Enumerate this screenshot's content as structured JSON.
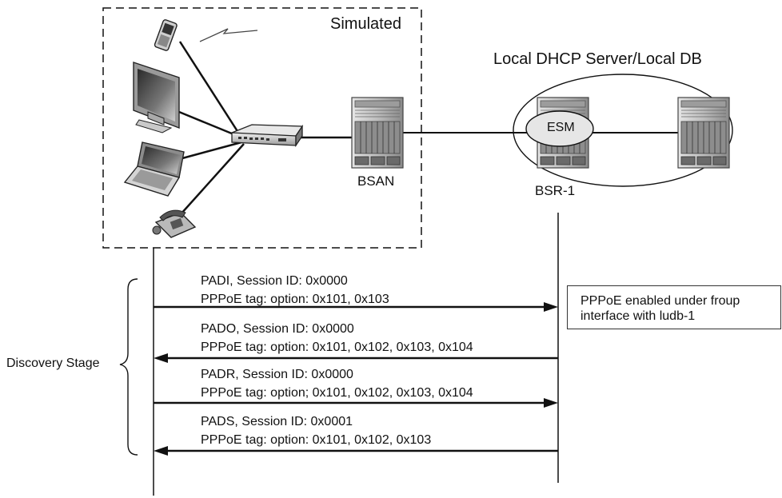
{
  "labels": {
    "simulated": "Simulated",
    "local_dhcp": "Local DHCP Server/Local DB",
    "esm": "ESM",
    "bsan": "BSAN",
    "bsr1": "BSR-1",
    "discovery_stage": "Discovery Stage"
  },
  "messages": [
    {
      "line1": "PADI, Session ID: 0x0000",
      "line2": "PPPoE tag: option: 0x101, 0x103",
      "direction": "right"
    },
    {
      "line1": "PADO, Session ID: 0x0000",
      "line2": "PPPoE tag: option: 0x101, 0x102, 0x103, 0x104",
      "direction": "left"
    },
    {
      "line1": "PADR, Session ID: 0x0000",
      "line2": "PPPoE tag: option; 0x101, 0x102, 0x103, 0x104",
      "direction": "right"
    },
    {
      "line1": "PADS, Session ID: 0x0001",
      "line2": "PPPoE tag: option: 0x101, 0x102, 0x103",
      "direction": "left"
    }
  ],
  "note": {
    "line1": "PPPoE enabled under froup",
    "line2": "interface with ludb-1"
  },
  "icons": [
    "mobile-phone-icon",
    "wireless-signal-icon",
    "desktop-monitor-icon",
    "laptop-icon",
    "telephone-icon",
    "switch-icon",
    "router-chassis-icon"
  ],
  "colors": {
    "line": "#111111",
    "device_dark": "#555555",
    "device_light": "#d6d6d6"
  }
}
